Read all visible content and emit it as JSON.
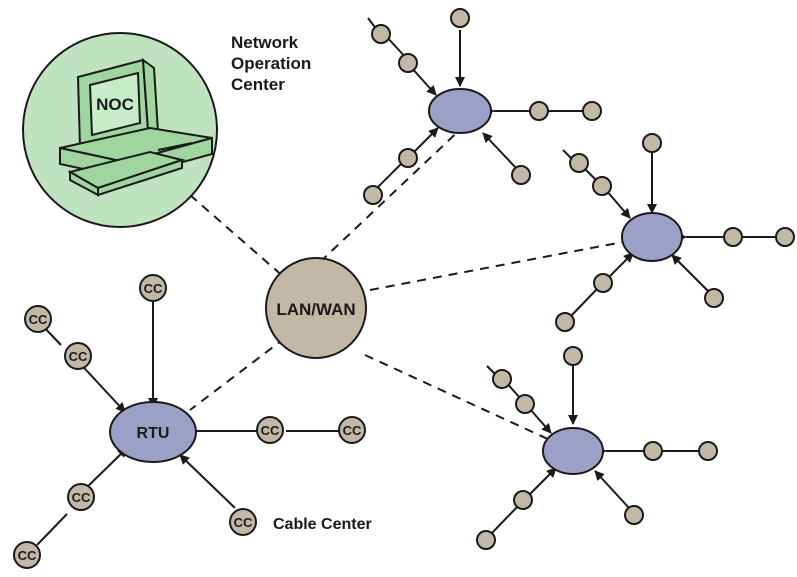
{
  "labels": {
    "noc_title": [
      "Network",
      "Operation",
      "Center"
    ],
    "noc_screen": "NOC",
    "hub": "LAN/WAN",
    "rtu": "RTU",
    "cable_center": "Cable Center",
    "cc": "CC"
  },
  "colors": {
    "node_fill": "#c2b8a6",
    "hub_fill": "#c2b8a6",
    "rtu_fill": "#9aa0c6",
    "noc_fill": "#bfe3bf",
    "computer_fill": "#9fd59f",
    "stroke": "#1a1a1a"
  },
  "icons": [
    "computer-icon"
  ]
}
